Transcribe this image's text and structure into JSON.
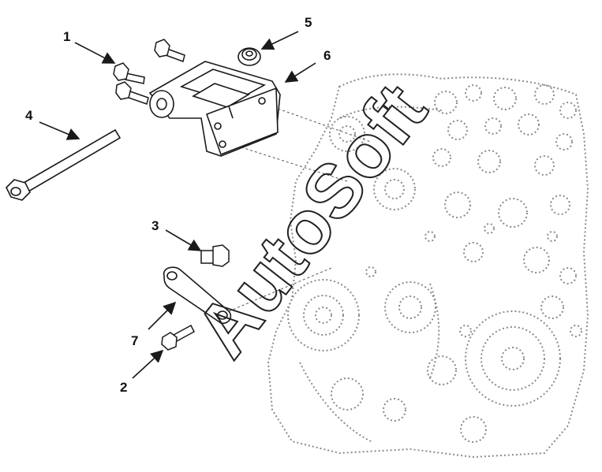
{
  "callouts": [
    {
      "id": "1",
      "label": "1"
    },
    {
      "id": "2",
      "label": "2"
    },
    {
      "id": "3",
      "label": "3"
    },
    {
      "id": "4",
      "label": "4"
    },
    {
      "id": "5",
      "label": "5"
    },
    {
      "id": "6",
      "label": "6"
    },
    {
      "id": "7",
      "label": "7"
    }
  ],
  "watermark": {
    "text": "AutoSoft",
    "color": "#222222"
  },
  "colors": {
    "line": "#1a1a1a",
    "engine_dots": "#8a8a8a",
    "background": "#ffffff"
  }
}
